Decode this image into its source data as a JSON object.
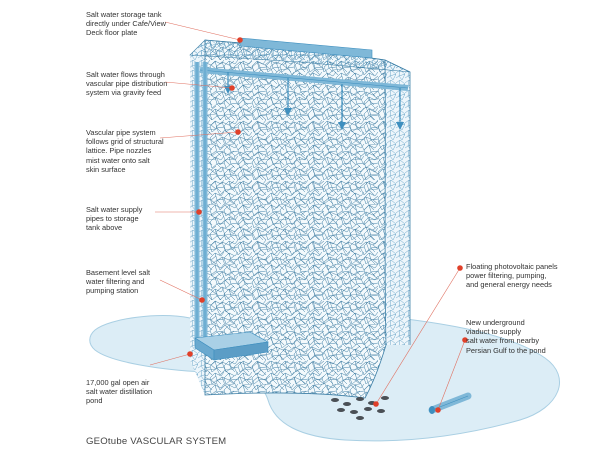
{
  "labels": {
    "storage_tank": "Salt water storage tank\ndirectly under Cafe/View\nDeck floor plate",
    "gravity_feed": "Salt water flows through\nvascular pipe distribution\nsystem via gravity feed",
    "pipe_lattice": "Vascular pipe system\nfollows grid of structural\nlattice. Pipe nozzles\nmist water onto salt\nskin surface",
    "supply_pipes": "Salt water supply\npipes to storage\ntank above",
    "pumping_station": "Basement level salt\nwater filtering and\npumping station",
    "distillation_pond": "17,000 gal open air\nsalt water distillation\npond",
    "photovoltaic_panels": "Floating photovoltaic panels\npower filtering, pumping,\nand general energy needs",
    "viaduct": "New underground\nviaduct to supply\nsalt water from nearby\nPersian Gulf to the pond"
  },
  "caption": "GEOtube VASCULAR SYSTEM",
  "colors": {
    "pipe": "#7fb8d8",
    "pipe_dark": "#3e8fbf",
    "pond": "#dcedf6",
    "lattice": "#3d7fa6",
    "callout_dot": "#e0402a",
    "callout_line": "#e07060",
    "text": "#333333"
  }
}
